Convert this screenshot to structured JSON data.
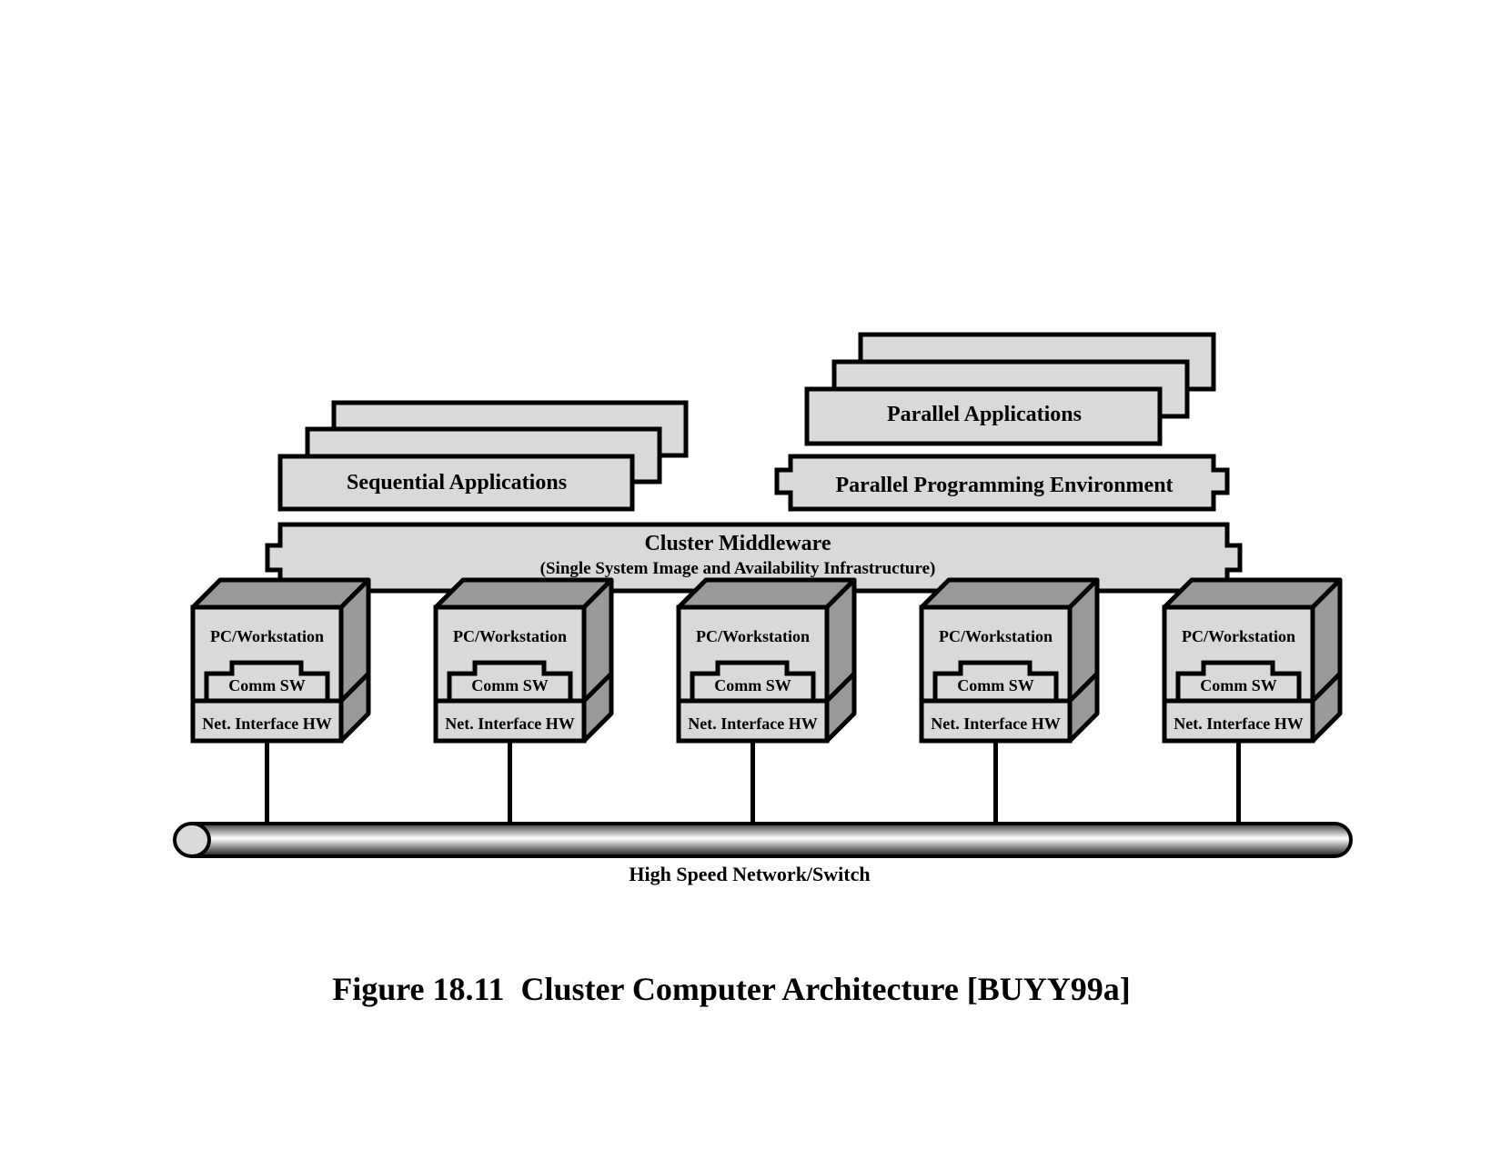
{
  "diagram": {
    "sequential_apps": "Sequential Applications",
    "parallel_apps": "Parallel Applications",
    "parallel_env": "Parallel Programming Environment",
    "middleware_title": "Cluster Middleware",
    "middleware_subtitle": "(Single System Image and Availability Infrastructure)",
    "nodes": [
      {
        "pc": "PC/Workstation",
        "comm": "Comm SW",
        "nic": "Net. Interface HW"
      },
      {
        "pc": "PC/Workstation",
        "comm": "Comm SW",
        "nic": "Net. Interface HW"
      },
      {
        "pc": "PC/Workstation",
        "comm": "Comm SW",
        "nic": "Net. Interface HW"
      },
      {
        "pc": "PC/Workstation",
        "comm": "Comm SW",
        "nic": "Net. Interface HW"
      },
      {
        "pc": "PC/Workstation",
        "comm": "Comm SW",
        "nic": "Net. Interface HW"
      }
    ],
    "network_label": "High Speed Network/Switch"
  },
  "caption": "Figure 18.11  Cluster Computer Architecture [BUYY99a]",
  "colors": {
    "box_fill": "#d9d9d9",
    "side_fill": "#999999",
    "stroke": "#000000"
  }
}
